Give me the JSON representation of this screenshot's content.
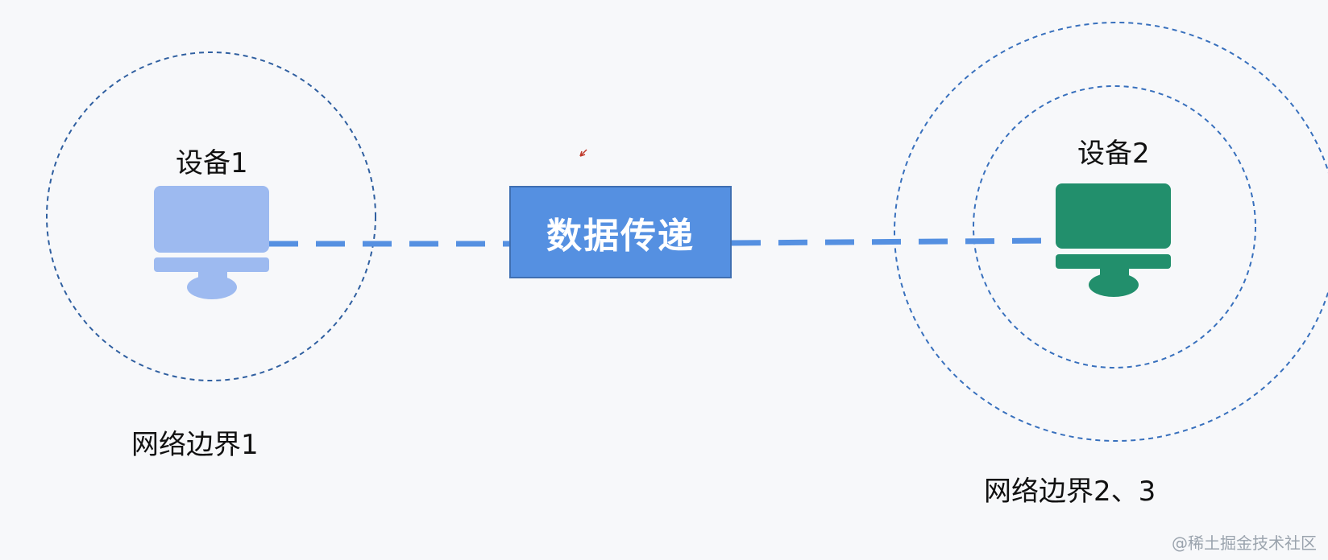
{
  "devices": [
    {
      "label": "设备1",
      "color": "#9dbaf0"
    },
    {
      "label": "设备2",
      "color": "#228f6c"
    }
  ],
  "transfer": {
    "label": "数据传递",
    "color": "#5590e1"
  },
  "boundaries": [
    {
      "label": "网络边界1"
    },
    {
      "label": "网络边界2、3"
    }
  ],
  "colors": {
    "boundary_stroke": "#2f5fa0",
    "link_stroke": "#5590e1"
  },
  "watermark": "@稀土掘金技术社区"
}
